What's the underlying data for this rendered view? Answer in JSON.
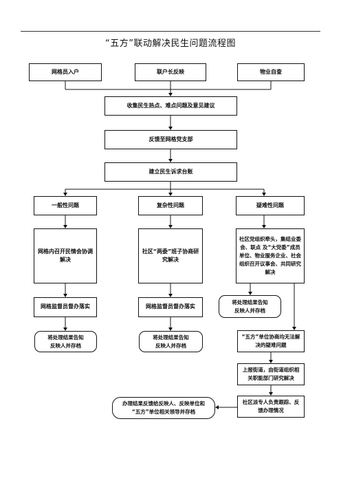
{
  "title": "“五方”联动解决民生问题流程图",
  "sources": {
    "grid_staff": "网格员入户",
    "household_reps": "联户长反映",
    "property_check": "物业自查"
  },
  "collect": "收集民生热点、难点问题及意见建议",
  "feedback_party": "反馈至网格党支部",
  "ledger": "建立民生诉求台账",
  "categories": {
    "general": "一般性问题",
    "complex": "复杂性问题",
    "difficult": "疑难性问题"
  },
  "general_path": {
    "handle": "网格内召开民情会协调解决",
    "supervise": "网格监督员督办落实",
    "report": "将处理结果告知\n反映人并存档"
  },
  "complex_path": {
    "handle": "社区“两委”班子协商研究解决",
    "supervise": "网格监督员督办落实",
    "report": "将处理结果告知\n反映人并存档"
  },
  "difficult_path": {
    "handle": "社区党组织牵头，集结业委会、联点 及“大党委”成员单位、物业服务企业、社会组织召开议事会、共同研究解决",
    "report": "将处理结果告知\n反映人并存档",
    "unresolved": "“五方”单位协商均无法解决的疑难问题",
    "escalate": "上报街道，由街道组织相关职能部门研究解决",
    "track": "社区派专人负责跟踪、反馈办理情况",
    "final": "办理结果反馈给反映人、反映单位和\n“五方”单位相关领导并存档"
  }
}
